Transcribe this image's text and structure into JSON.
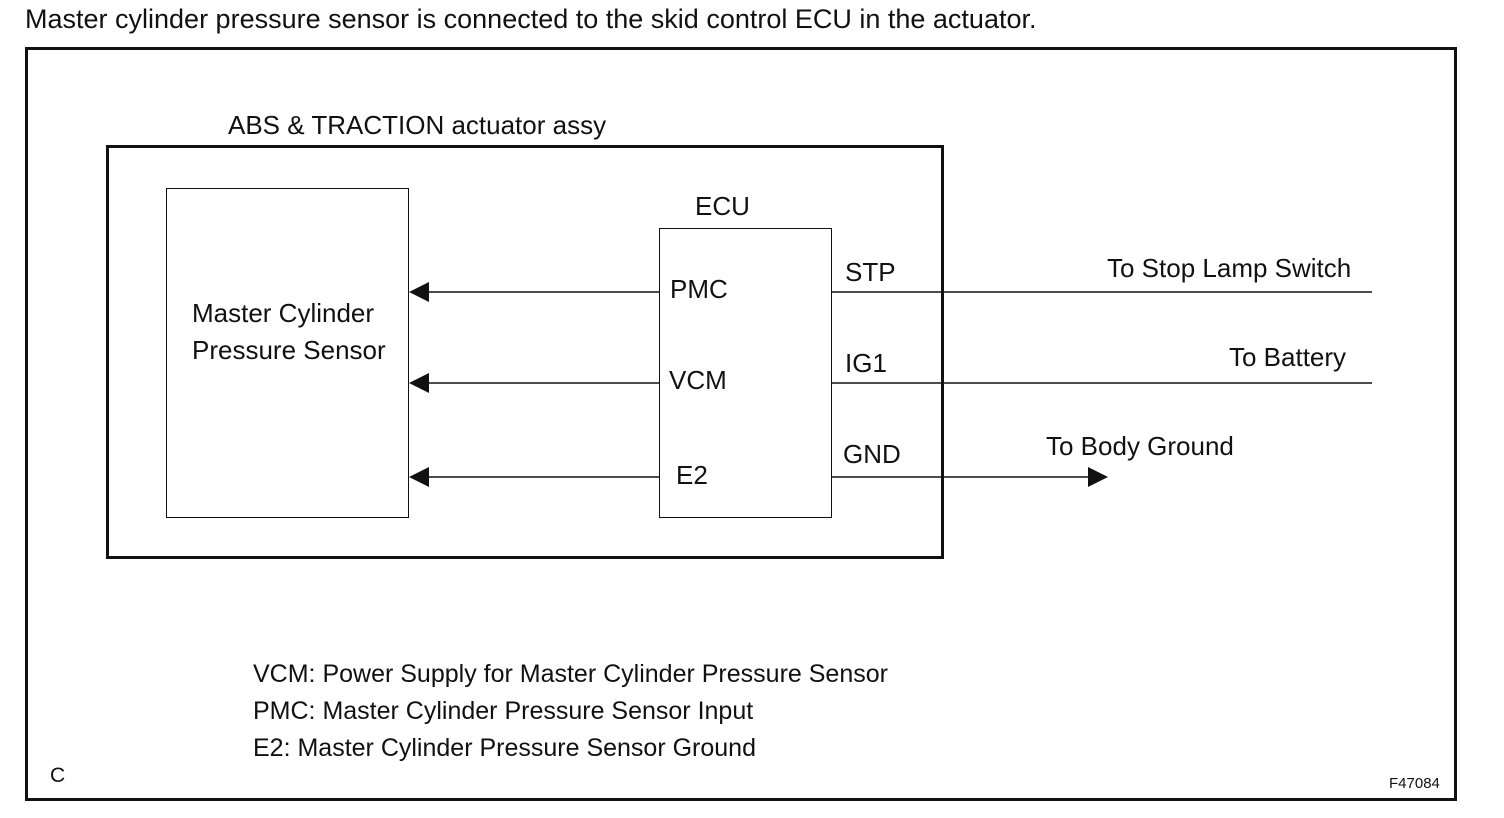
{
  "caption": "Master cylinder pressure sensor is connected to the skid control ECU in the actuator.",
  "actuator": {
    "label": "ABS & TRACTION actuator assy"
  },
  "sensor": {
    "line1": "Master Cylinder",
    "line2": "Pressure Sensor"
  },
  "ecu": {
    "label": "ECU",
    "left_pins": [
      "PMC",
      "VCM",
      "E2"
    ],
    "right_pins": [
      "STP",
      "IG1",
      "GND"
    ]
  },
  "destinations": {
    "stp": "To Stop Lamp Switch",
    "ig1": "To Battery",
    "gnd": "To Body Ground"
  },
  "legend": [
    "VCM: Power Supply for Master Cylinder Pressure Sensor",
    "PMC: Master Cylinder Pressure Sensor Input",
    "E2: Master Cylinder Pressure Sensor Ground"
  ],
  "corner_letter": "C",
  "figure_code": "F47084"
}
